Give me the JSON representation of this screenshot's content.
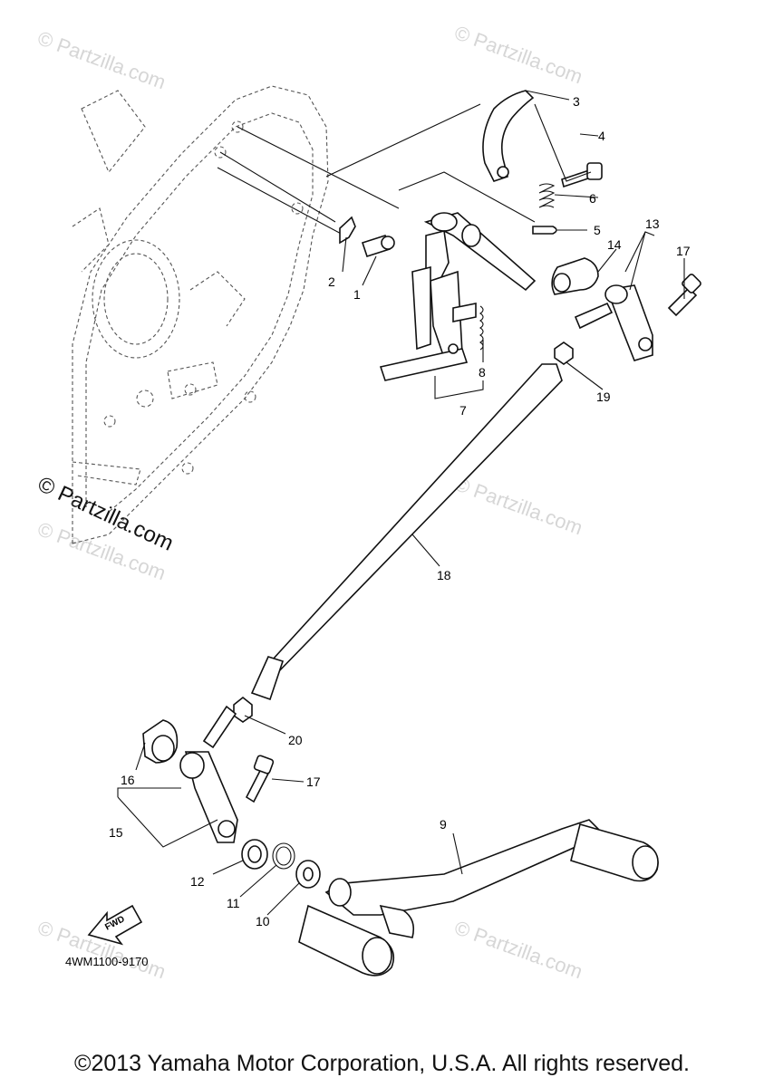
{
  "watermarks": {
    "small": "© Partzilla.com",
    "large": "© Partzilla.com"
  },
  "parts": {
    "p1": "1",
    "p2": "2",
    "p3": "3",
    "p4": "4",
    "p5": "5",
    "p6": "6",
    "p7": "7",
    "p8": "8",
    "p9": "9",
    "p10": "10",
    "p11": "11",
    "p12": "12",
    "p13": "13",
    "p14": "14",
    "p15": "15",
    "p16": "16",
    "p17a": "17",
    "p17b": "17",
    "p18": "18",
    "p19": "19",
    "p20": "20"
  },
  "fwd_arrow": "FWD",
  "diagram_code": "4WM1100-9170",
  "copyright": "©2013 Yamaha Motor Corporation, U.S.A. All rights reserved."
}
